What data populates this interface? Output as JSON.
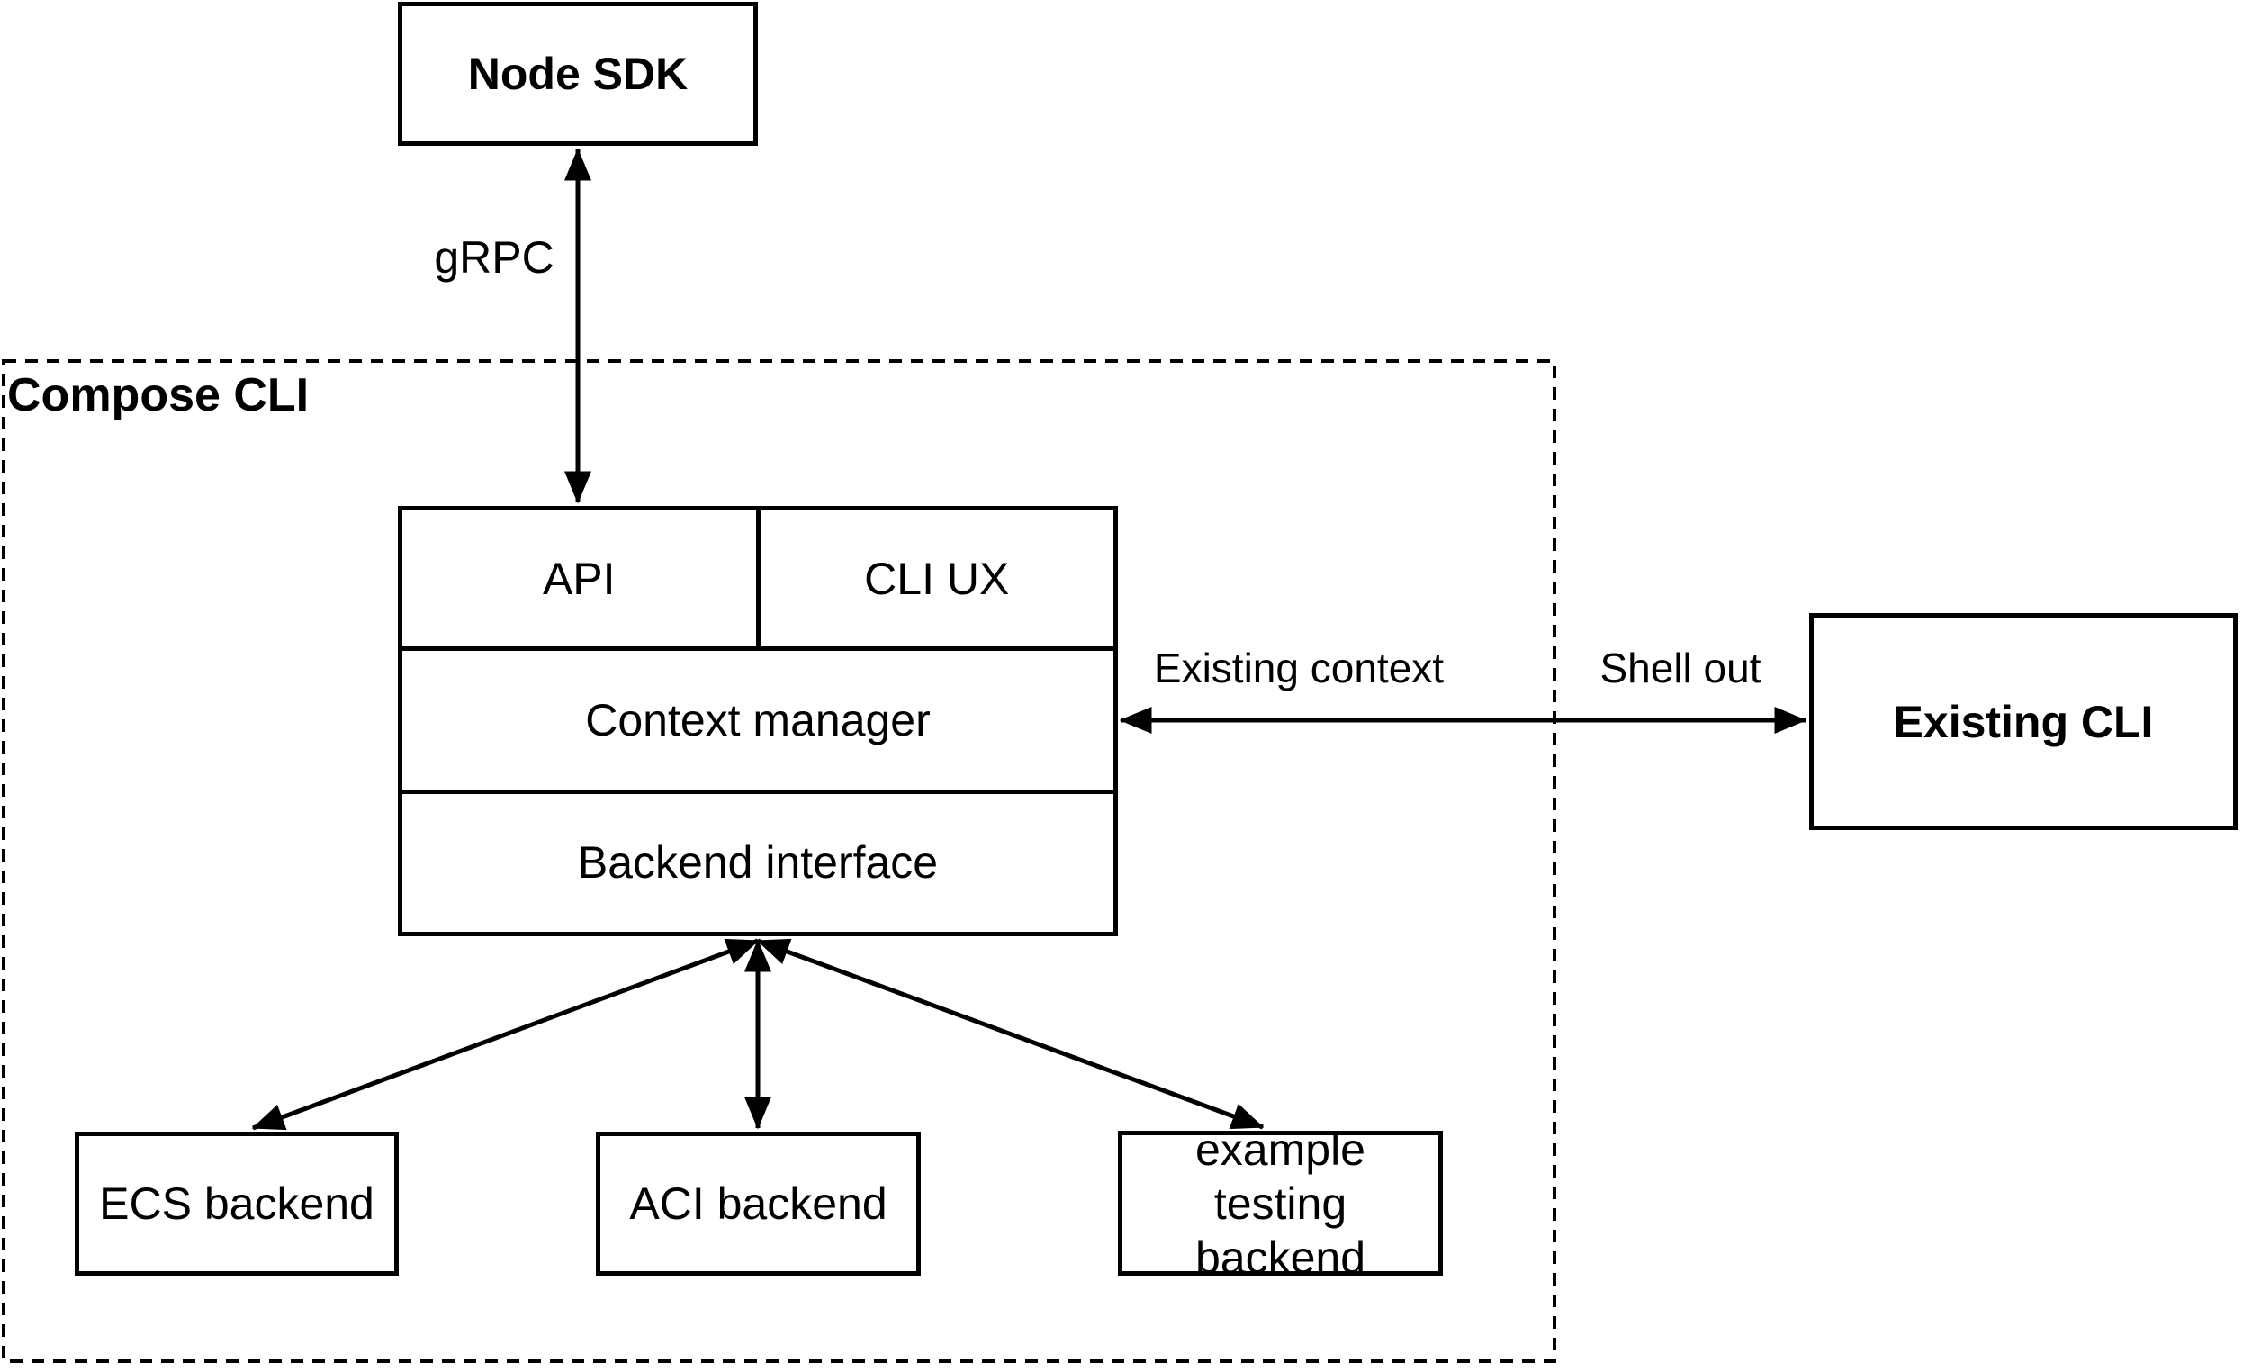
{
  "diagram": {
    "background": "#ffffff",
    "line_color": "#000000",
    "container": {
      "label": "Compose CLI"
    },
    "nodes": {
      "node_sdk": {
        "label": "Node SDK"
      },
      "api": {
        "label": "API"
      },
      "cli_ux": {
        "label": "CLI UX"
      },
      "context_manager": {
        "label": "Context manager"
      },
      "backend_interface": {
        "label": "Backend interface"
      },
      "existing_cli": {
        "label": "Existing CLI"
      },
      "ecs_backend": {
        "label": "ECS backend"
      },
      "aci_backend": {
        "label": "ACI backend"
      },
      "example_testing_backend": {
        "label": "example testing backend"
      }
    },
    "edges": [
      {
        "from": "node_sdk",
        "to": "api",
        "label": "gRPC",
        "direction": "bidirectional"
      },
      {
        "from": "context_manager",
        "to": "existing_cli",
        "label_inside": "Existing context",
        "label_outside": "Shell out",
        "direction": "bidirectional"
      },
      {
        "from": "backend_interface",
        "to": "ecs_backend",
        "direction": "bidirectional"
      },
      {
        "from": "backend_interface",
        "to": "aci_backend",
        "direction": "bidirectional"
      },
      {
        "from": "backend_interface",
        "to": "example_testing_backend",
        "direction": "bidirectional"
      }
    ]
  }
}
